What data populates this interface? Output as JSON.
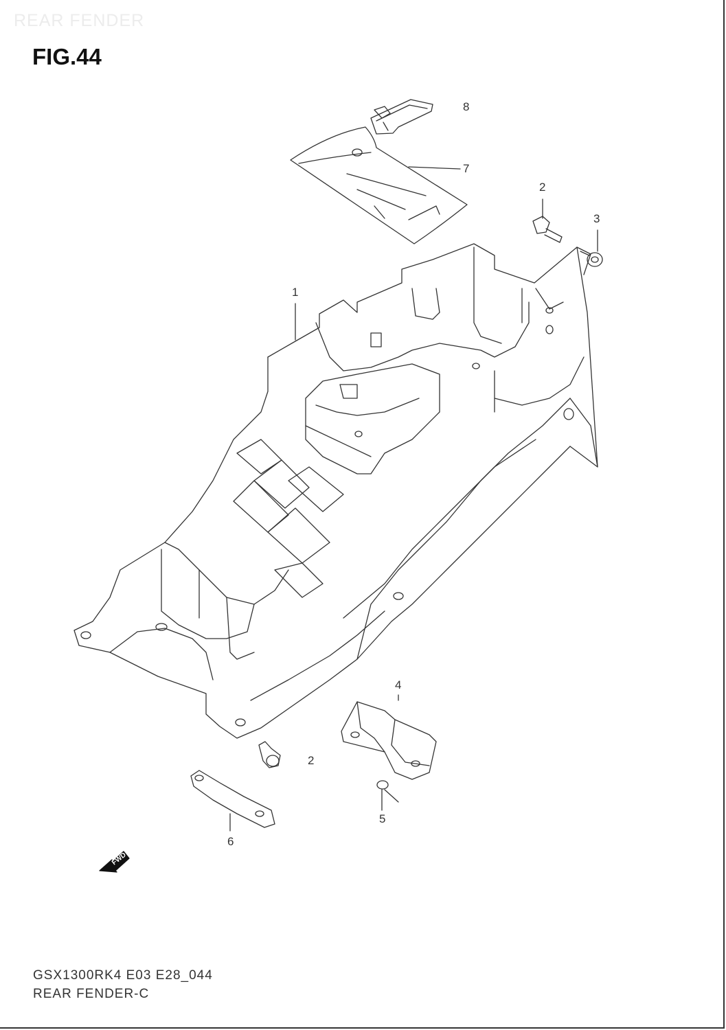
{
  "header": {
    "watermark": "REAR FENDER",
    "figure_title": "FIG.44"
  },
  "callouts": {
    "c1": "1",
    "c2_top": "2",
    "c2_bottom": "2",
    "c3": "3",
    "c4": "4",
    "c5": "5",
    "c6": "6",
    "c7": "7",
    "c8": "8"
  },
  "fwd_label": "FWD",
  "footer": {
    "code": "GSX1300RK4 E03 E28_044",
    "caption": "REAR FENDER-C"
  }
}
